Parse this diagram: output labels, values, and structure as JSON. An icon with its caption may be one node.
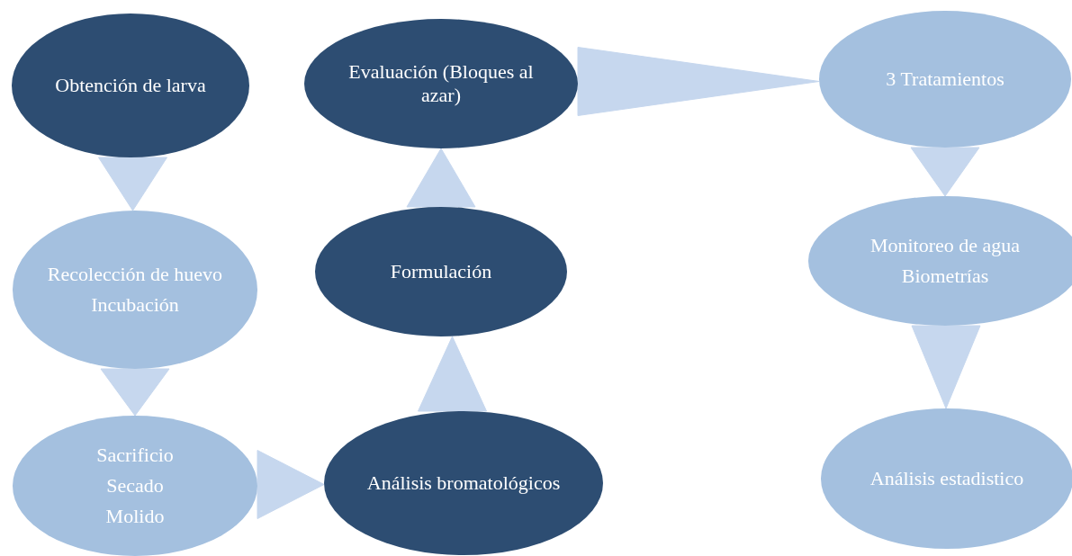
{
  "diagram": {
    "nodes": [
      {
        "text": [
          "Obtención de larva"
        ]
      },
      {
        "text": [
          "Recolección de huevo",
          "Incubación"
        ]
      },
      {
        "text": [
          "Sacrificio",
          "Secado",
          "Molido"
        ]
      },
      {
        "text": [
          "Análisis bromatológicos"
        ]
      },
      {
        "text": [
          "Formulación"
        ]
      },
      {
        "text": [
          "Evaluación (Bloques al azar)"
        ]
      },
      {
        "text": [
          "3 Tratamientos"
        ]
      },
      {
        "text": [
          "Monitoreo de agua",
          "Biometrías"
        ]
      },
      {
        "text": [
          "Análisis estadistico"
        ]
      }
    ],
    "edges": [
      {
        "from": 0,
        "to": 1,
        "arrow": "to"
      },
      {
        "from": 1,
        "to": 2,
        "arrow": "to"
      },
      {
        "from": 2,
        "to": 3,
        "arrow": "to"
      },
      {
        "from": 3,
        "to": 4,
        "arrow": "to"
      },
      {
        "from": 4,
        "to": 5,
        "arrow": "to"
      },
      {
        "from": 5,
        "to": 6,
        "arrow": "to"
      },
      {
        "from": 6,
        "to": 7,
        "arrow": "to"
      },
      {
        "from": 7,
        "to": 8,
        "arrow": "to"
      }
    ]
  }
}
